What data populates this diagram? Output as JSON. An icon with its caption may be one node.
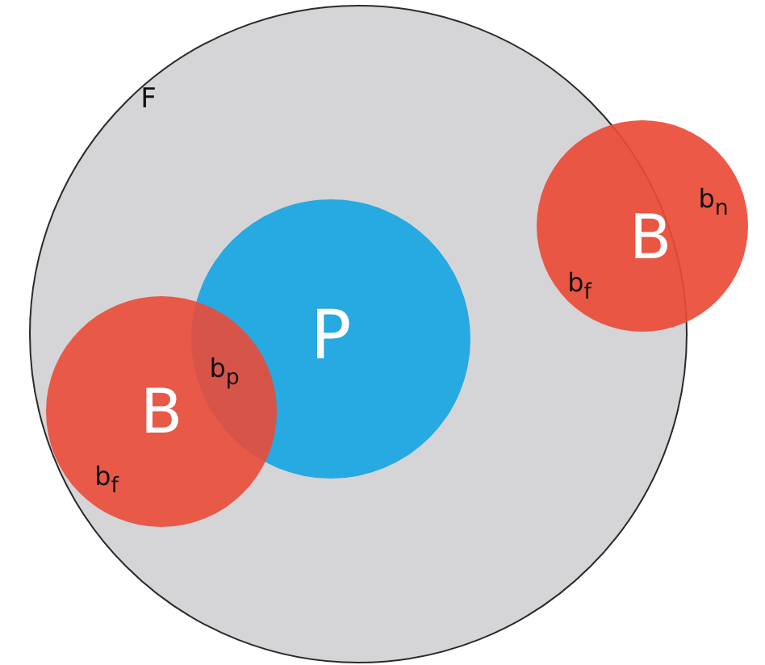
{
  "diagram": {
    "nodes": [
      {
        "text": [
          "F"
        ]
      },
      {
        "text": [
          "P"
        ],
        "in": 0
      },
      {
        "text": [
          "B",
          "b$_{p}$",
          "b$_{f}$"
        ],
        "in": 0
      },
      {
        "text": [
          "B",
          "b$_{n}$",
          "b$_{f}$"
        ]
      }
    ]
  }
}
